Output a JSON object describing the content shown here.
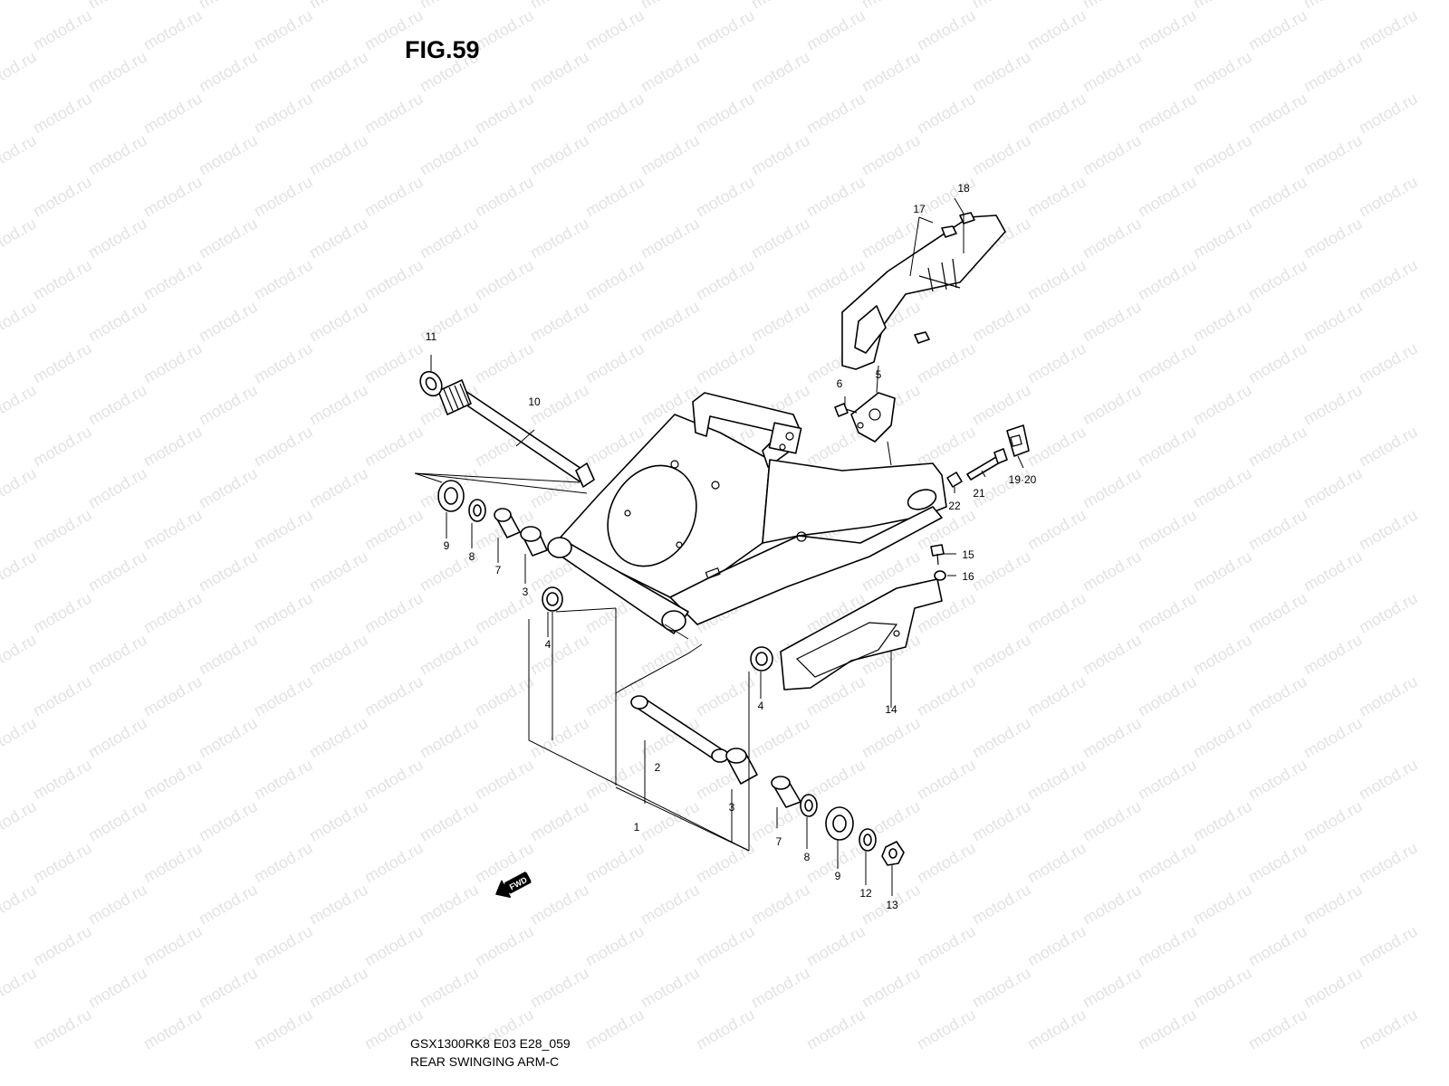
{
  "figure": {
    "title": "FIG.59",
    "model_code": "GSX1300RK8 E03 E28_059",
    "section_name": "REAR SWINGING ARM-C"
  },
  "watermark": {
    "text": "motod.ru",
    "color": "#e3e3e3"
  },
  "fwd_marker": {
    "label": "FWD"
  },
  "callouts": [
    {
      "id": "c1",
      "label": "1"
    },
    {
      "id": "c2",
      "label": "2"
    },
    {
      "id": "c3a",
      "label": "3"
    },
    {
      "id": "c3b",
      "label": "3"
    },
    {
      "id": "c4a",
      "label": "4"
    },
    {
      "id": "c4b",
      "label": "4"
    },
    {
      "id": "c5",
      "label": "5"
    },
    {
      "id": "c6",
      "label": "6"
    },
    {
      "id": "c7a",
      "label": "7"
    },
    {
      "id": "c7b",
      "label": "7"
    },
    {
      "id": "c8a",
      "label": "8"
    },
    {
      "id": "c8b",
      "label": "8"
    },
    {
      "id": "c9a",
      "label": "9"
    },
    {
      "id": "c9b",
      "label": "9"
    },
    {
      "id": "c10",
      "label": "10"
    },
    {
      "id": "c11",
      "label": "11"
    },
    {
      "id": "c12",
      "label": "12"
    },
    {
      "id": "c13",
      "label": "13"
    },
    {
      "id": "c14",
      "label": "14"
    },
    {
      "id": "c15",
      "label": "15"
    },
    {
      "id": "c16",
      "label": "16"
    },
    {
      "id": "c17",
      "label": "17"
    },
    {
      "id": "c18",
      "label": "18"
    },
    {
      "id": "c19_20",
      "label": "19·20"
    },
    {
      "id": "c21",
      "label": "21"
    },
    {
      "id": "c22",
      "label": "22"
    }
  ]
}
